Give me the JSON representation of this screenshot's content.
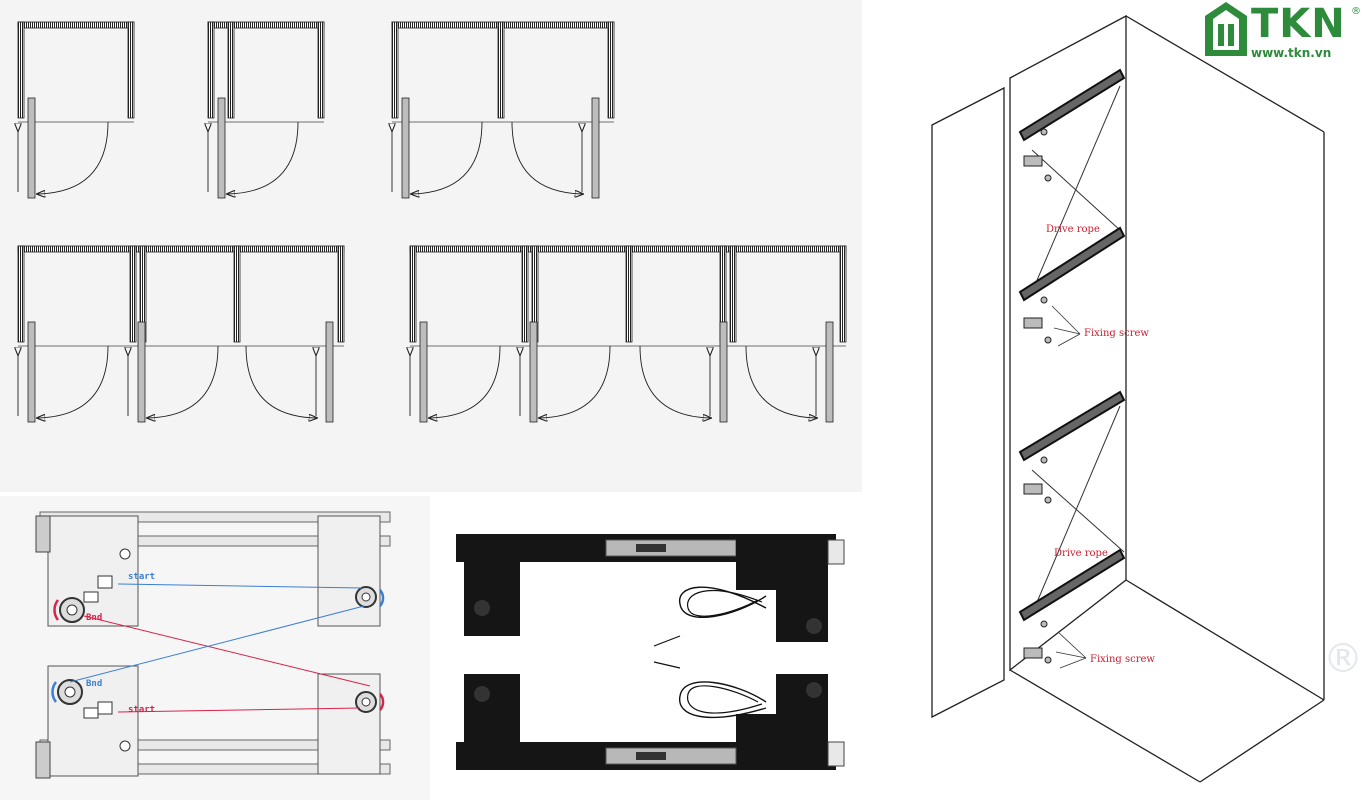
{
  "brand": {
    "name": "TKN",
    "registered": "®",
    "url": "www.tkn.vn",
    "color": "#2e8b3c"
  },
  "watermark": {
    "registered": "®"
  },
  "rope_diagram": {
    "labels": {
      "start_top": "start",
      "end_top": "Bnd",
      "end_bottom": "Bnd",
      "start_bottom": "start"
    },
    "colors": {
      "blue": "#3b7fd4",
      "red": "#d8234a"
    }
  },
  "installation": {
    "labels": {
      "drive_rope_1": "Drive rope",
      "fixing_screw_1": "Fixing screw",
      "drive_rope_2": "Drive rope",
      "fixing_screw_2": "Fixing screw"
    },
    "label_color": "#cc1e2e"
  },
  "layouts": {
    "count": 5
  }
}
